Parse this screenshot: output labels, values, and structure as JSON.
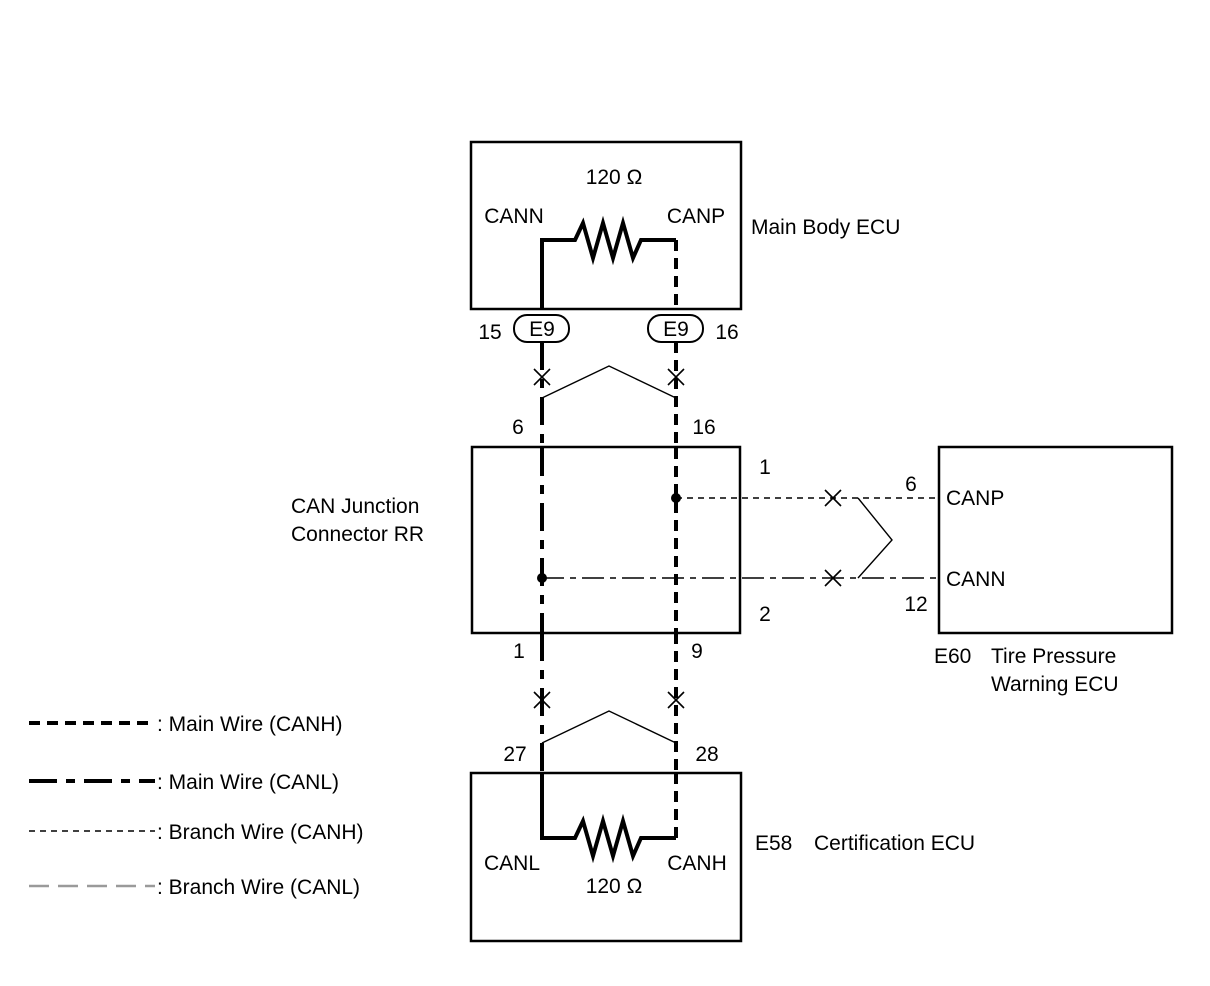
{
  "main_body_ecu": {
    "name": "Main Body ECU",
    "resistor": "120 Ω",
    "pin_left": "CANN",
    "pin_right": "CANP",
    "connector_left": "E9",
    "connector_right": "E9",
    "terminal_left": "15",
    "terminal_right": "16"
  },
  "junction_connector": {
    "name_line1": "CAN Junction",
    "name_line2": "Connector RR",
    "terminal_top_left": "6",
    "terminal_top_right": "16",
    "terminal_bottom_left": "1",
    "terminal_bottom_right": "9",
    "terminal_branch_canh": "1",
    "terminal_branch_canl": "2"
  },
  "tire_pressure_ecu": {
    "connector": "E60",
    "name_line1": "Tire Pressure",
    "name_line2": "Warning ECU",
    "pin_canp": "CANP",
    "pin_cann": "CANN",
    "terminal_canp": "6",
    "terminal_cann": "12"
  },
  "certification_ecu": {
    "connector": "E58",
    "name": "Certification ECU",
    "resistor": "120 Ω",
    "pin_left": "CANL",
    "pin_right": "CANH",
    "terminal_left": "27",
    "terminal_right": "28"
  },
  "legend": [
    {
      "label": ": Main Wire (CANH)",
      "style": "main-canh"
    },
    {
      "label": ": Main Wire (CANL)",
      "style": "main-canl"
    },
    {
      "label": ": Branch Wire (CANH)",
      "style": "branch-canh"
    },
    {
      "label": ": Branch Wire (CANL)",
      "style": "branch-canl-gray"
    }
  ],
  "colors": {
    "wire": "#000000",
    "branch_canl_legend": "#9a9a9a",
    "background": "#ffffff"
  }
}
